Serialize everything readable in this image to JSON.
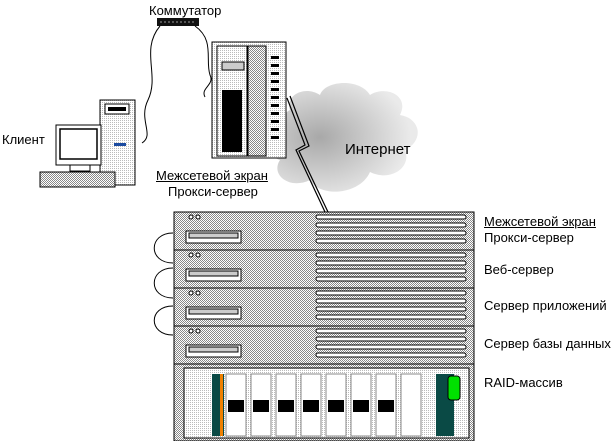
{
  "title": "Network architecture diagram",
  "nodes": {
    "switch": {
      "label": "Коммутатор"
    },
    "client": {
      "label": "Клиент"
    },
    "internet": {
      "label": "Интернет"
    },
    "tower_server": {
      "label_line1": "Межсетевой экран",
      "label_line2": "Прокси-сервер"
    }
  },
  "rack": {
    "units": [
      {
        "label_line1": "Межсетевой экран",
        "label_line2": "Прокси-сервер"
      },
      {
        "label_line1": "Веб-сервер"
      },
      {
        "label_line1": "Сервер приложений"
      },
      {
        "label_line1": "Сервер базы данных"
      },
      {
        "label_line1": "RAID-массив"
      }
    ]
  },
  "colors": {
    "raid_led": "#00e000",
    "raid_stripe": "#f08000",
    "raid_teal": "#0a4a45",
    "client_led": "#1a4aa0"
  }
}
